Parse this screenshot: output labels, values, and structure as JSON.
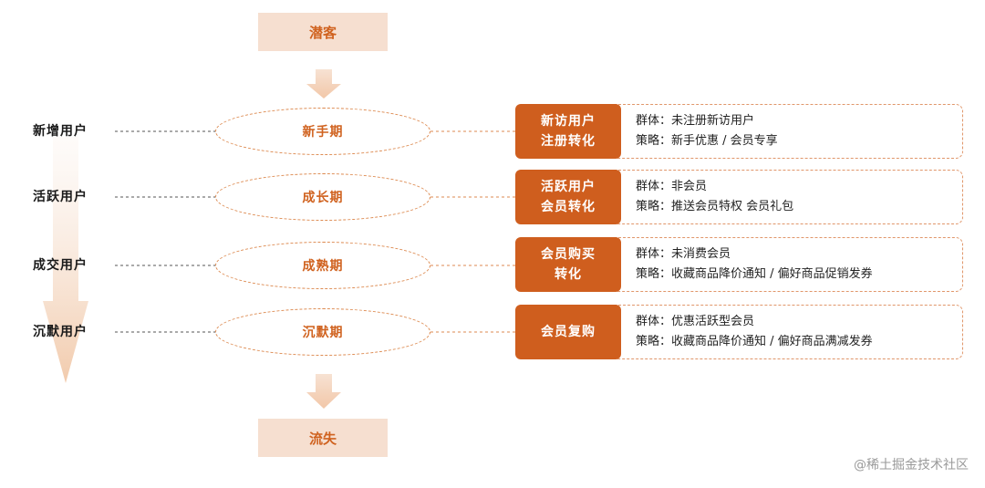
{
  "top_stage": "潜客",
  "bottom_stage": "流失",
  "stages": [
    {
      "user_label": "新增用户",
      "phase": "新手期",
      "tag_lines": [
        "新访用户",
        "注册转化"
      ],
      "group": "群体：未注册新访用户",
      "strategy": "策略：新手优惠 / 会员专享"
    },
    {
      "user_label": "活跃用户",
      "phase": "成长期",
      "tag_lines": [
        "活跃用户",
        "会员转化"
      ],
      "group": "群体：非会员",
      "strategy": "策略：推送会员特权 会员礼包"
    },
    {
      "user_label": "成交用户",
      "phase": "成熟期",
      "tag_lines": [
        "会员购买",
        "转化"
      ],
      "group": "群体：未消费会员",
      "strategy": "策略：收藏商品降价通知 / 偏好商品促销发券"
    },
    {
      "user_label": "沉默用户",
      "phase": "沉默期",
      "tag_lines": [
        "会员复购",
        ""
      ],
      "group": "群体：优惠活跃型会员",
      "strategy": "策略：收藏商品降价通知 / 偏好商品满减发券"
    }
  ],
  "watermark": "@稀土掘金技术社区",
  "colors": {
    "accent": "#cf5e1e",
    "accent_light": "#f6dfd0",
    "dash": "#dd8a50"
  }
}
